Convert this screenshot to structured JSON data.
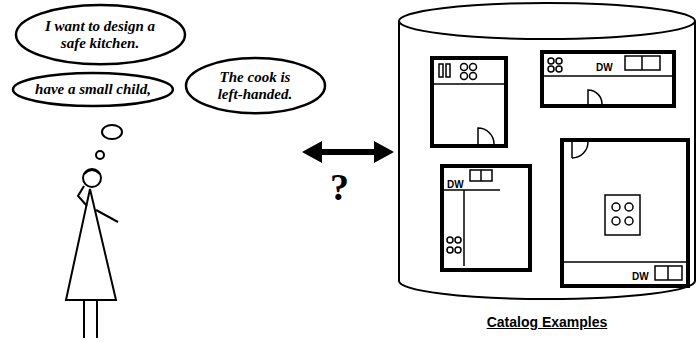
{
  "diagram": {
    "nodes": [
      {
        "text": [
          "I want to design a safe kitchen."
        ]
      },
      {
        "text": [
          "have a small child,"
        ]
      },
      {
        "text": [
          "The cook is left-handed."
        ]
      },
      {
        "text": [
          "Catalog Examples"
        ]
      },
      {
        "text": [
          "DW"
        ],
        "in": 3
      },
      {
        "text": [
          "DW"
        ],
        "in": 3
      },
      {
        "text": [
          "DW"
        ],
        "in": 3
      }
    ],
    "labels": [
      "?"
    ]
  }
}
